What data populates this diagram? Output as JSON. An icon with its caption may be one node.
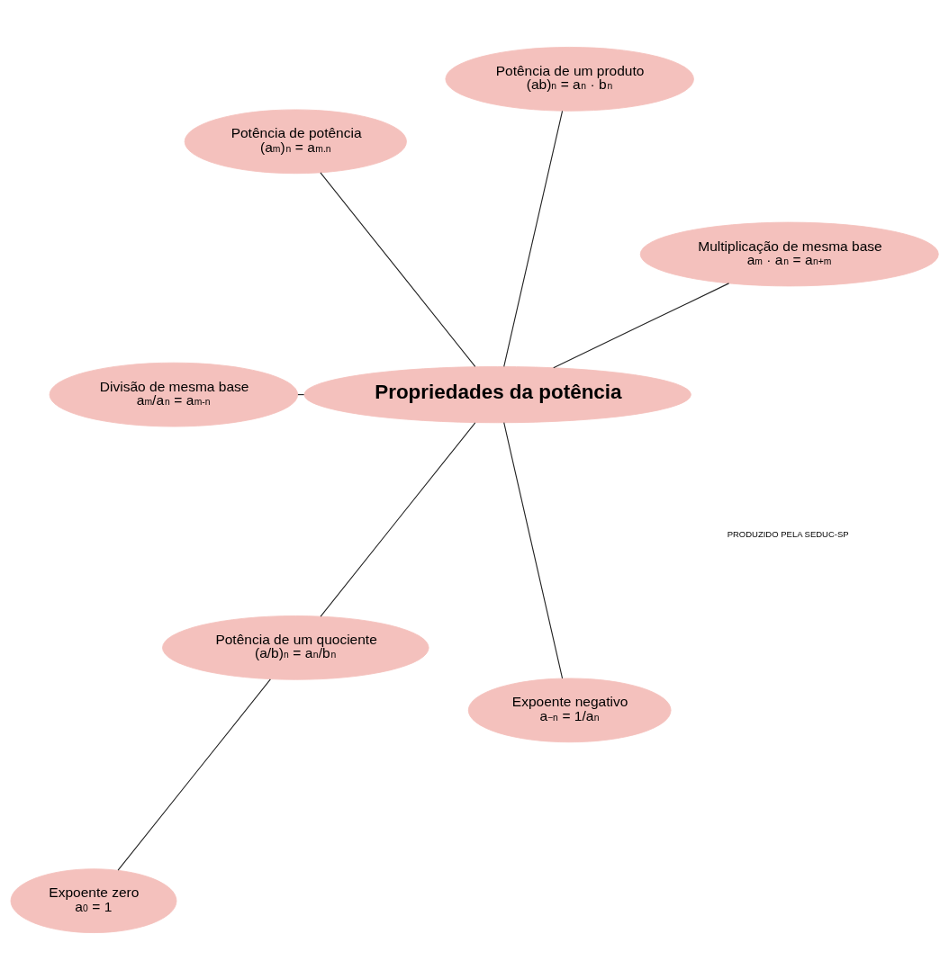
{
  "diagram": {
    "nodes": [
      {
        "text": [
          "Propriedades da potência"
        ]
      },
      {
        "text": [
          "Multiplicação de mesma base",
          "a$^{m}$ · a$^{n}$ = a$^{n+m}$"
        ]
      },
      {
        "text": [
          "Potência de um produto",
          "(ab)$^{n}$ = a$^{n}$ · b$^{n}$"
        ]
      },
      {
        "text": [
          "Potência de potência",
          "(a$^{m}$)$^{n}$ = a$^{m.n}$"
        ]
      },
      {
        "text": [
          "Divisão de mesma base",
          "a$^{m}$/a$^{n}$ = a$^{m-n}$"
        ]
      },
      {
        "text": [
          "Potência de um quociente",
          "(a/b)$^{n}$ = a$^{n}$/b$^{n}$"
        ]
      },
      {
        "text": [
          "Expoente negativo",
          "a$^{−n}$ = 1/a$^{n}$"
        ]
      },
      {
        "text": [
          "Expoente zero",
          "a$^{0}$ = 1"
        ]
      }
    ],
    "edges": [
      {
        "from": 0,
        "to": 1,
        "arrow": "none"
      },
      {
        "from": 0,
        "to": 2,
        "arrow": "none"
      },
      {
        "from": 0,
        "to": 3,
        "arrow": "none"
      },
      {
        "from": 0,
        "to": 4,
        "arrow": "none"
      },
      {
        "from": 0,
        "to": 5,
        "arrow": "none"
      },
      {
        "from": 0,
        "to": 6,
        "arrow": "none"
      },
      {
        "from": 5,
        "to": 7,
        "arrow": "none"
      }
    ],
    "labels": [
      "PRODUZIDO PELA SEDUC-SP"
    ]
  }
}
